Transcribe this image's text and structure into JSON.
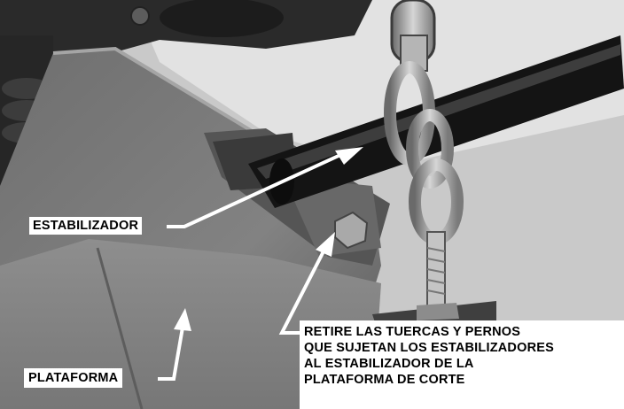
{
  "labels": {
    "stabilizer": "ESTABILIZADOR",
    "deck": "PLATAFORMA",
    "instruction": [
      "RETIRE LAS TUERCAS Y PERNOS",
      "QUE SUJETAN LOS ESTABILIZADORES",
      "AL ESTABILIZADOR DE LA",
      "PLATAFORMA DE CORTE"
    ]
  }
}
